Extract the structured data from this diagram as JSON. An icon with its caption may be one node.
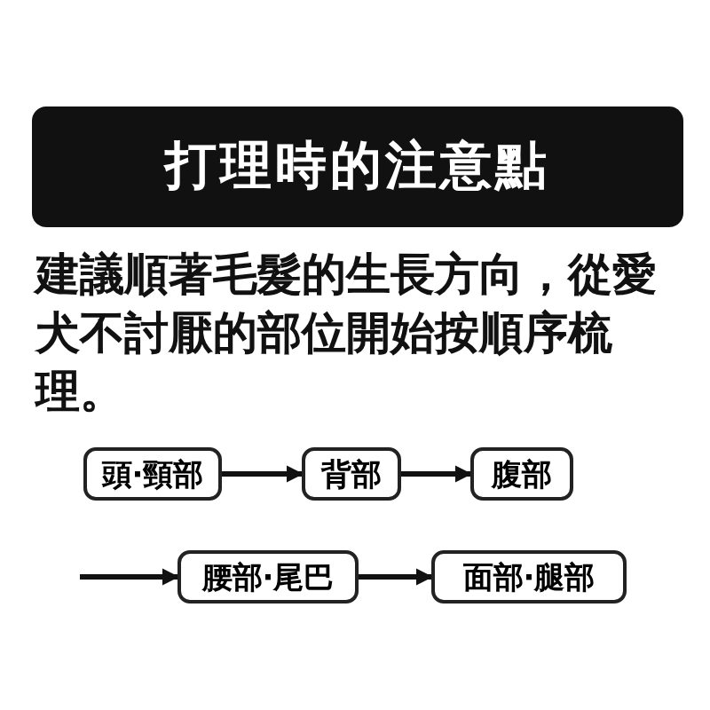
{
  "diagram": {
    "title": "打理時的注意點",
    "nodes": [
      {
        "text": [
          "頭·頸部"
        ]
      },
      {
        "text": [
          "背部"
        ]
      },
      {
        "text": [
          "腹部"
        ]
      },
      {
        "text": [
          "腰部·尾巴"
        ]
      },
      {
        "text": [
          "面部·腿部"
        ]
      }
    ],
    "edges": [
      {
        "from": 0,
        "to": 1,
        "arrow": "to"
      },
      {
        "from": 1,
        "to": 2,
        "arrow": "to"
      },
      {
        "from": null,
        "to": 3,
        "arrow": "to"
      },
      {
        "from": 3,
        "to": 4,
        "arrow": "to"
      }
    ],
    "labels": [
      "建議順著毛髮的生長方向，從愛犬不討厭的部位開始按順序梳理。"
    ]
  }
}
